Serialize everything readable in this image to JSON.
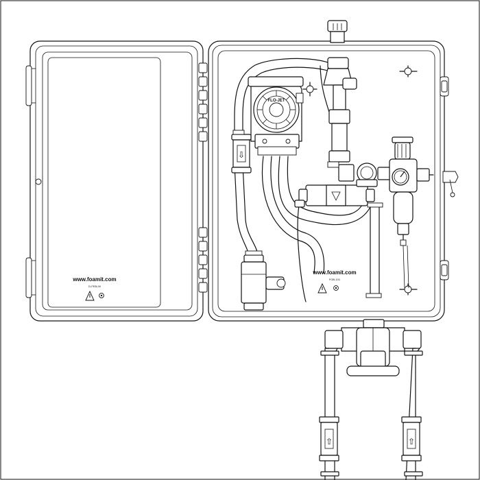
{
  "labels": {
    "door_url": "www.foamit.com",
    "door_part": "D-FEB-00",
    "body_url": "www.foamit.com",
    "body_part": "FOB-101",
    "pump_brand": "FLO-JET",
    "arrow_down": "⇩",
    "arrow_up": "⇧"
  },
  "colors": {
    "line": "#111111",
    "background": "#ffffff"
  },
  "icons": [
    "warning-triangle-icon",
    "gear-icon",
    "flow-arrow-icon",
    "pressure-gauge-icon"
  ]
}
